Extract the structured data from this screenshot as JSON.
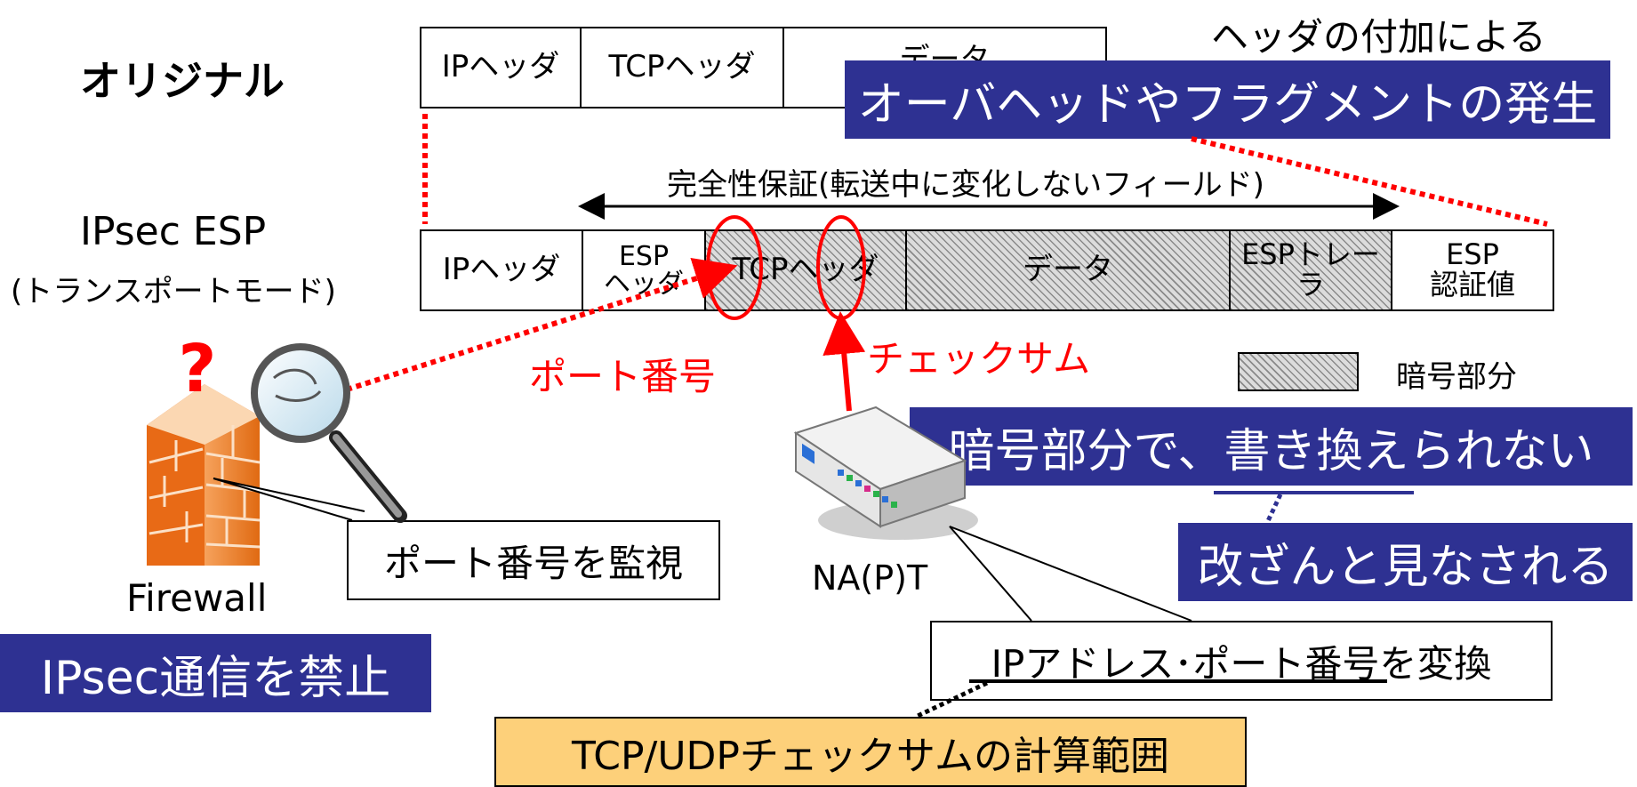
{
  "labels": {
    "original": "オリジナル",
    "ipsec_esp": "IPsec ESP",
    "transport_mode": "(トランスポートモード)",
    "integrity": "完全性保証(転送中に変化しないフィールド)",
    "port_number": "ポート番号",
    "checksum": "チェックサム",
    "encrypted_legend": "暗号部分",
    "firewall": "Firewall",
    "napt": "NA(P)T",
    "header_overhead": "ヘッダの付加による"
  },
  "original_packet": [
    "IPヘッダ",
    "TCPヘッダ",
    "データ"
  ],
  "esp_packet": {
    "ip_header": "IPヘッダ",
    "esp_header": "ESP\nヘッダ",
    "tcp_header": "TCPヘッダ",
    "data": "データ",
    "esp_trailer": "ESPトレーラ",
    "esp_auth": "ESP\n認証値"
  },
  "callouts": {
    "overhead": "オーバヘッドやフラグメントの発生",
    "cannot_rewrite": "暗号部分で、書き換えられない",
    "tampering": "改ざんと見なされる",
    "ipsec_forbidden": "IPsec通信を禁止",
    "monitor_port": "ポート番号を監視",
    "translate": "IPアドレス･ポート番号を変換",
    "checksum_range": "TCP/UDPチェックサムの計算範囲"
  },
  "colors": {
    "callout_blue": "#2e3192",
    "alert_red": "#ff0000",
    "checksum_box": "#fdd07a",
    "firewall_orange": "#f07a22"
  },
  "icons": [
    "firewall-icon",
    "magnifier-icon",
    "router-icon",
    "question-mark-icon"
  ]
}
